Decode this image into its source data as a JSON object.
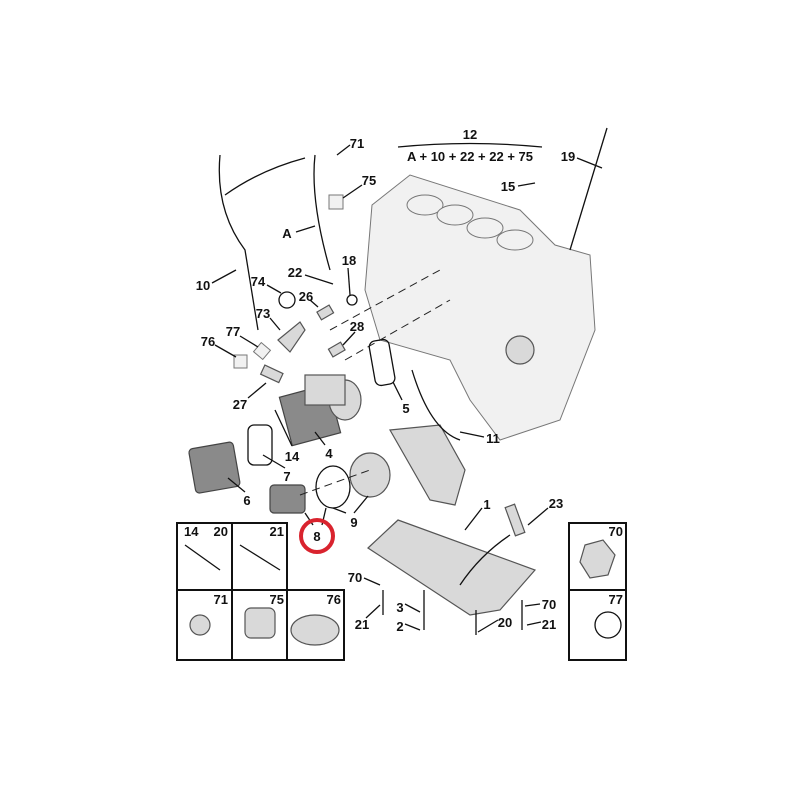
{
  "diagram": {
    "title_group": {
      "number": "12",
      "formula": "A + 10 + 22 + 22 + 75"
    },
    "highlight": {
      "label": "8",
      "color": "#d9232e"
    },
    "callouts": [
      {
        "id": "c71",
        "label": "71"
      },
      {
        "id": "c75",
        "label": "75"
      },
      {
        "id": "c19",
        "label": "19"
      },
      {
        "id": "c15",
        "label": "15"
      },
      {
        "id": "cA",
        "label": "A"
      },
      {
        "id": "c10",
        "label": "10"
      },
      {
        "id": "c74",
        "label": "74"
      },
      {
        "id": "c22",
        "label": "22"
      },
      {
        "id": "c18",
        "label": "18"
      },
      {
        "id": "c26",
        "label": "26"
      },
      {
        "id": "c73",
        "label": "73"
      },
      {
        "id": "c28",
        "label": "28"
      },
      {
        "id": "c77",
        "label": "77"
      },
      {
        "id": "c76",
        "label": "76"
      },
      {
        "id": "c27",
        "label": "27"
      },
      {
        "id": "c5",
        "label": "5"
      },
      {
        "id": "c11",
        "label": "11"
      },
      {
        "id": "c14",
        "label": "14"
      },
      {
        "id": "c4",
        "label": "4"
      },
      {
        "id": "c7",
        "label": "7"
      },
      {
        "id": "c6",
        "label": "6"
      },
      {
        "id": "c9",
        "label": "9"
      },
      {
        "id": "c1",
        "label": "1"
      },
      {
        "id": "c23",
        "label": "23"
      },
      {
        "id": "c70a",
        "label": "70"
      },
      {
        "id": "c21a",
        "label": "21"
      },
      {
        "id": "c3",
        "label": "3"
      },
      {
        "id": "c2",
        "label": "2"
      },
      {
        "id": "c20",
        "label": "20"
      },
      {
        "id": "c70b",
        "label": "70"
      },
      {
        "id": "c21b",
        "label": "21"
      }
    ],
    "fastener_boxes": [
      {
        "labels": [
          "14",
          "20"
        ]
      },
      {
        "labels": [
          "21"
        ]
      },
      {
        "labels": [
          "71"
        ]
      },
      {
        "labels": [
          "75"
        ]
      },
      {
        "labels": [
          "76"
        ]
      },
      {
        "labels": [
          "70"
        ]
      },
      {
        "labels": [
          "77"
        ]
      }
    ]
  }
}
